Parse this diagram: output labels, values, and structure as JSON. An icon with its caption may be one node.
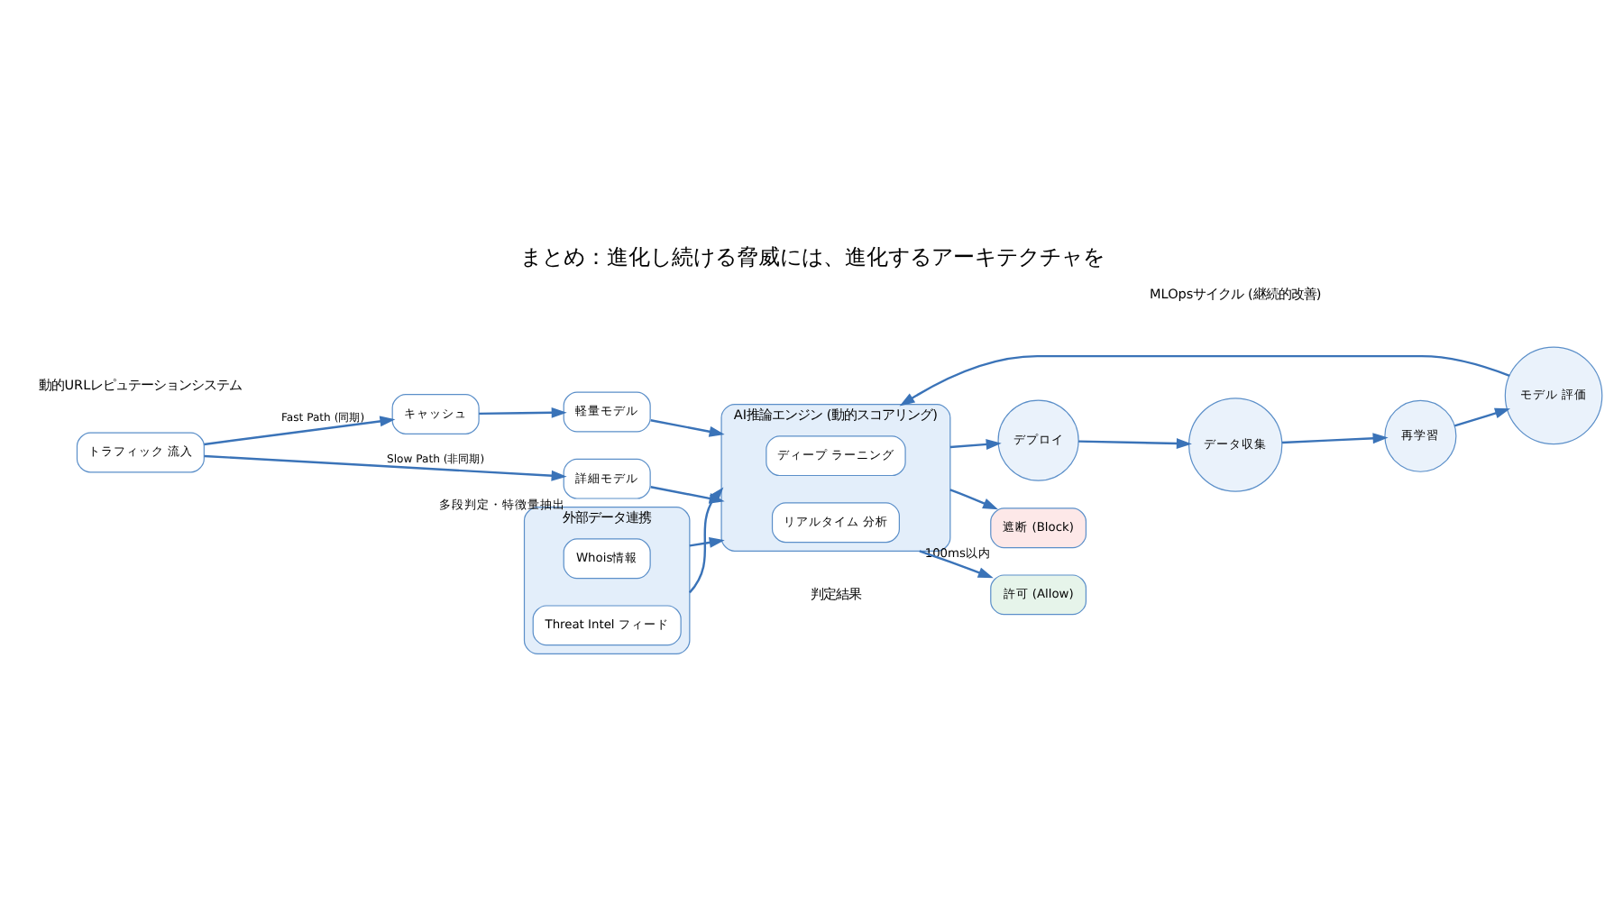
{
  "diagram": {
    "title": "まとめ：進化し続ける脅威には、進化するアーキテクチャを",
    "nodes": [
      {
        "text": [
          "トラフィック 流入"
        ]
      },
      {
        "text": [
          "キャッシュ"
        ]
      },
      {
        "text": [
          "軽量モデル"
        ]
      },
      {
        "text": [
          "詳細モデル"
        ],
        "beside": [
          "多段判定・特徴量抽出"
        ]
      },
      {
        "text": [
          "データ収集"
        ]
      },
      {
        "text": [
          "再学習"
        ]
      },
      {
        "text": [
          "モデル 評価"
        ]
      },
      {
        "text": [
          "デプロイ"
        ]
      },
      {
        "text": [
          "AI推論エンジン (動的スコアリング)"
        ]
      },
      {
        "text": [
          "ディープ ラーニング"
        ],
        "in": 8
      },
      {
        "text": [
          "リアルタイム 分析"
        ],
        "in": 8
      },
      {
        "text": [
          "外部データ連携"
        ]
      },
      {
        "text": [
          "Whois情報"
        ],
        "in": 11
      },
      {
        "text": [
          "Threat Intel フィード"
        ],
        "in": 11
      },
      {
        "text": [
          "許可 (Allow)"
        ]
      },
      {
        "text": [
          "遮断 (Block)"
        ],
        "beside": [
          "100ms以内"
        ]
      }
    ],
    "edges": [
      {
        "from": 0,
        "to": 1,
        "arrow": "to",
        "label": "Fast Path (同期)"
      },
      {
        "from": 1,
        "to": 2,
        "arrow": "to"
      },
      {
        "from": 0,
        "to": 3,
        "arrow": "to",
        "label": "Slow Path (非同期)"
      },
      {
        "from": 2,
        "to": 8,
        "arrow": "to"
      },
      {
        "from": 3,
        "to": 8,
        "arrow": "to"
      },
      {
        "from": 8,
        "to": 7,
        "arrow": "to"
      },
      {
        "from": 7,
        "to": 4,
        "arrow": "to"
      },
      {
        "from": 4,
        "to": 5,
        "arrow": "to"
      },
      {
        "from": 5,
        "to": 6,
        "arrow": "to"
      },
      {
        "from": 6,
        "to": 8,
        "arrow": "to"
      },
      {
        "from": 11,
        "to": 8,
        "arrow": "to"
      },
      {
        "from": 11,
        "to": 8,
        "arrow": "to"
      },
      {
        "from": 8,
        "to": 14,
        "arrow": "to"
      },
      {
        "from": 8,
        "to": 15,
        "arrow": "to"
      }
    ],
    "labels": [
      "動的URLレピュテーションシステム",
      "MLOpsサイクル (継続的改善)",
      "判定結果"
    ]
  }
}
